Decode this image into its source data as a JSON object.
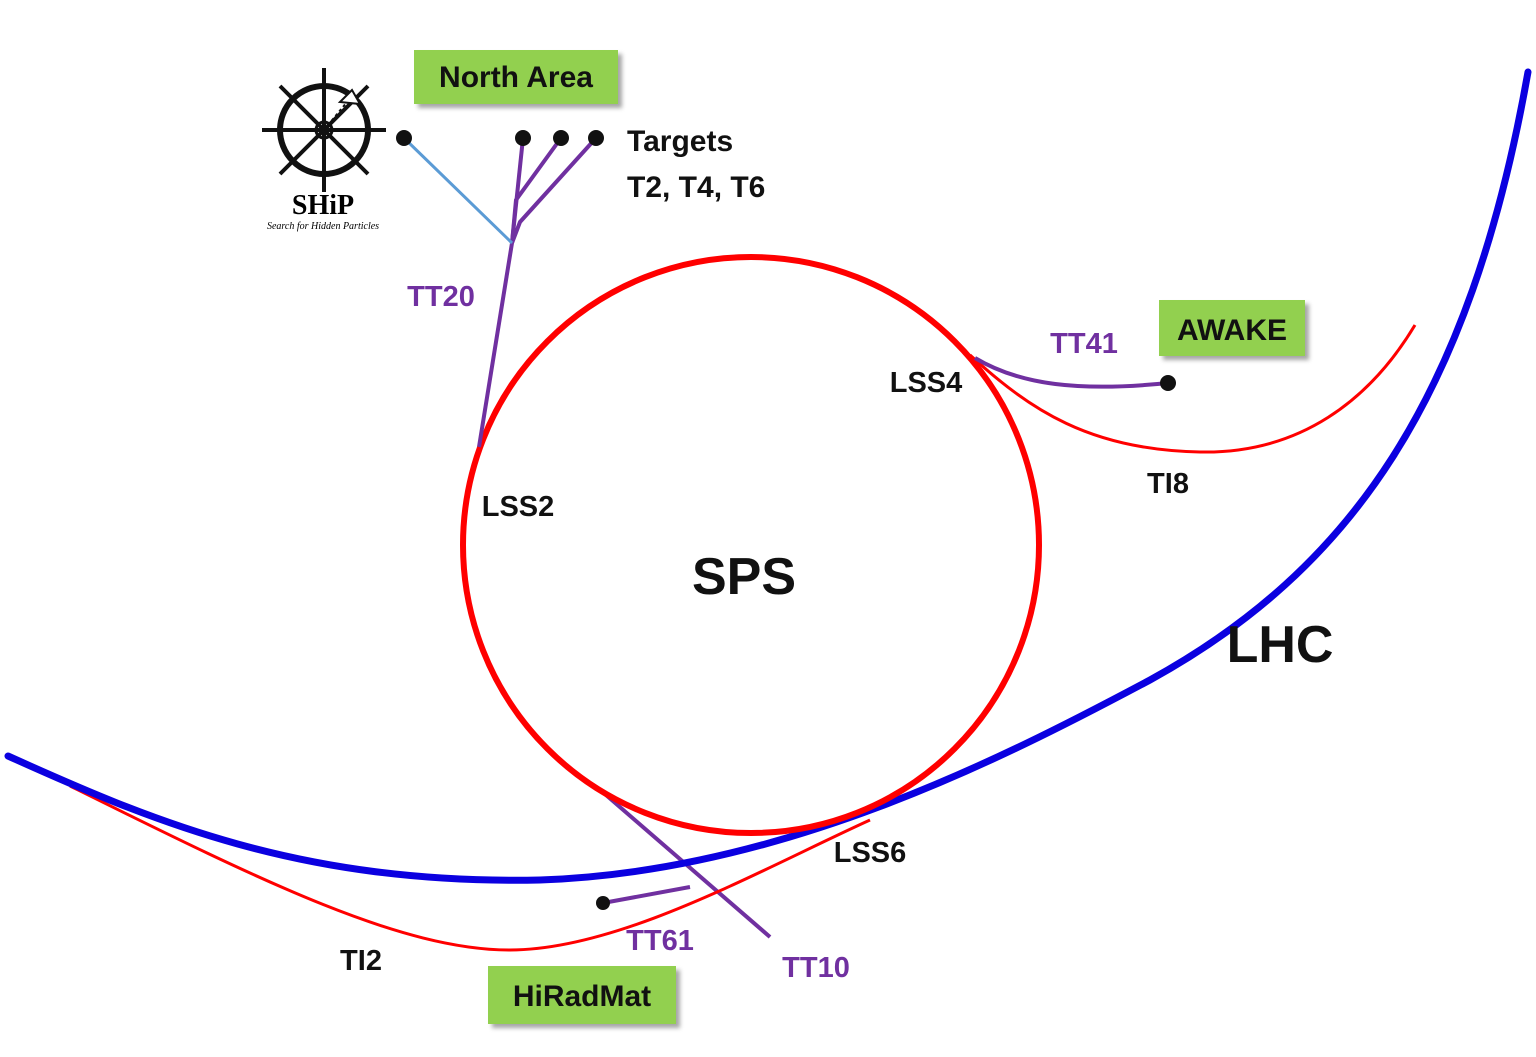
{
  "colors": {
    "lhc": "#0b00e0",
    "sps": "#ff0000",
    "transfer_purple": "#7030a0",
    "ship_line": "#5b9bd5",
    "box_fill": "#92d050",
    "node": "#111111"
  },
  "labels": {
    "sps": "SPS",
    "lhc": "LHC",
    "lss2": "LSS2",
    "lss4": "LSS4",
    "lss6": "LSS6",
    "ti8": "TI8",
    "ti2": "TI2",
    "tt20": "TT20",
    "tt41": "TT41",
    "tt61": "TT61",
    "tt10": "TT10",
    "targets_line1": "Targets",
    "targets_line2": "T2, T4, T6"
  },
  "boxes": {
    "north_area": "North Area",
    "awake": "AWAKE",
    "hiradmat": "HiRadMat"
  },
  "ship_logo": {
    "title": "SHiP",
    "subtitle": "Search for Hidden Particles",
    "icon": "ship-wheel-icon"
  }
}
